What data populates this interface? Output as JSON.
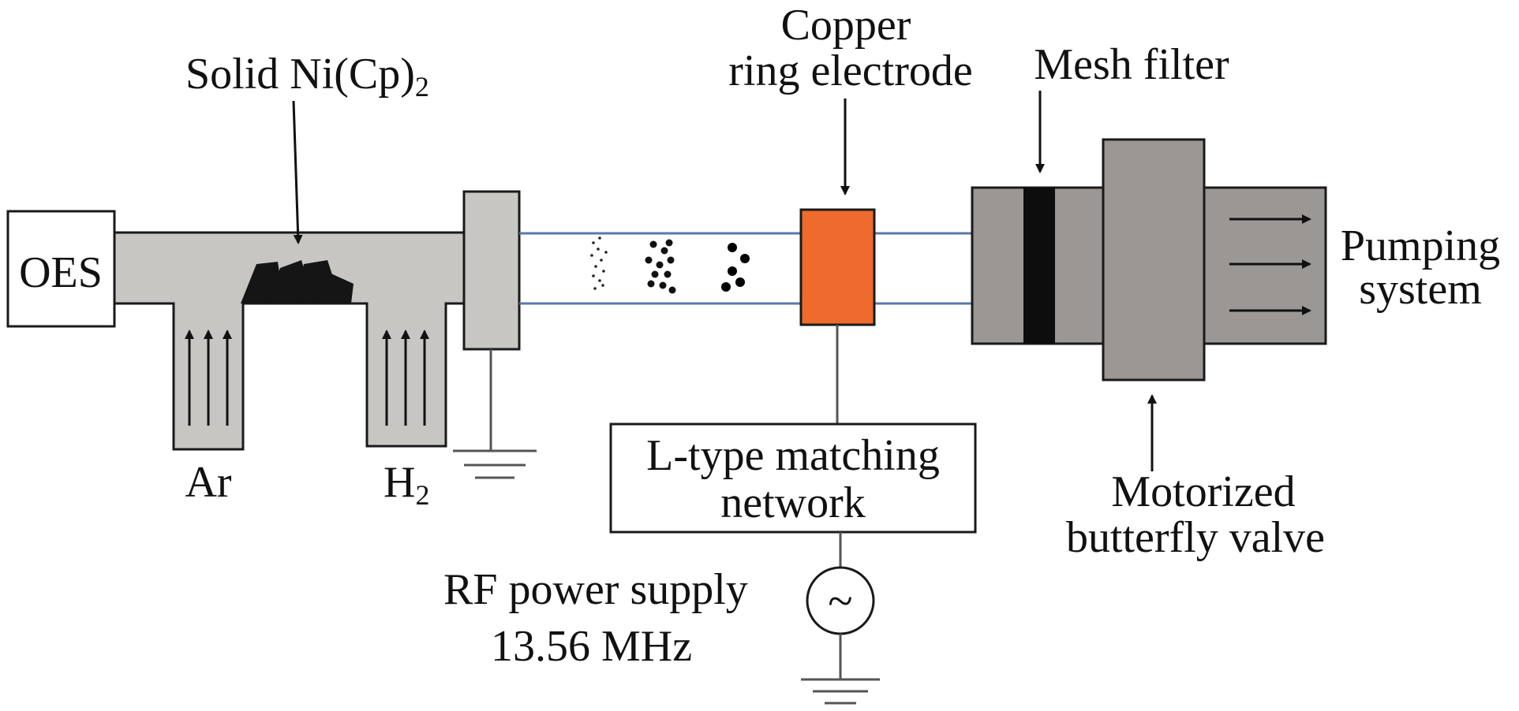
{
  "labels": {
    "oes": "OES",
    "solid_source_main": "Solid Ni(Cp)",
    "solid_source_sub": "2",
    "copper_line1": "Copper",
    "copper_line2": "ring electrode",
    "mesh_filter": "Mesh filter",
    "pumping_line1": "Pumping",
    "pumping_line2": "system",
    "ar": "Ar",
    "h2_main": "H",
    "h2_sub": "2",
    "matching_line1": "L-type matching",
    "matching_line2": "network",
    "rf_line1": "RF power supply",
    "rf_line2": "13.56 MHz",
    "valve_line1": "Motorized",
    "valve_line2": "butterfly valve",
    "ac_symbol": "~"
  },
  "colors": {
    "chamber_gray": "#c8c6c2",
    "pump_gray": "#9a9794",
    "electrode_orange": "#ee6a2d",
    "tube_blue": "#5a78a8",
    "mesh_black": "#0d0d0d",
    "outline": "#1a1a1a"
  }
}
